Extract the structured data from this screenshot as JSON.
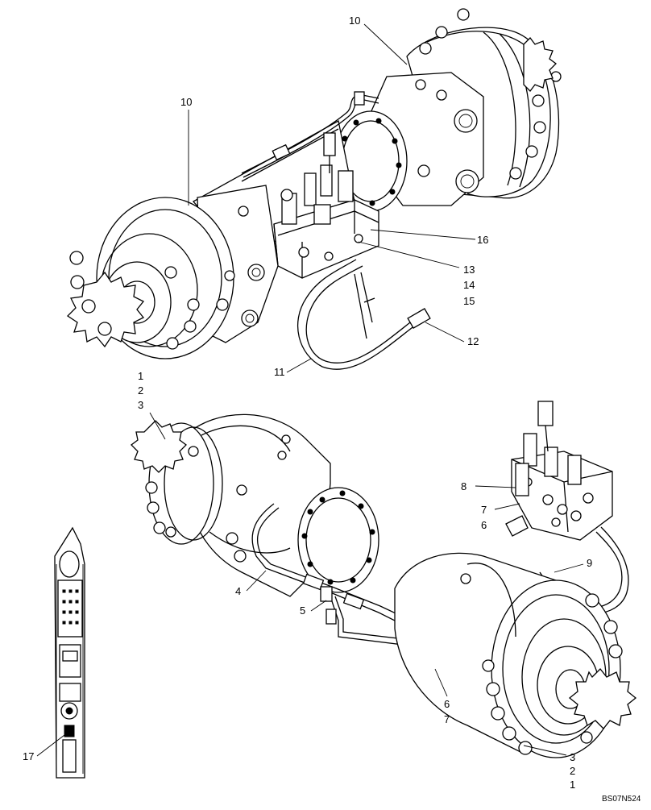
{
  "drawing": {
    "code": "BS07N524",
    "callouts": {
      "top_axle_left": "10",
      "top_axle_right": "10",
      "valve_block_top": "16",
      "seal_kit_a": "13",
      "seal_kit_b": "14",
      "seal_kit_c": "15",
      "hose_top": "11",
      "hose_clamp_top": "12",
      "motor_left_1": "1",
      "motor_left_2": "2",
      "motor_left_3": "3",
      "valve_block_bottom": "8",
      "fitting_a": "7",
      "fitting_b": "6",
      "tube_right": "9",
      "tube_left": "4",
      "tee_fitting": "5",
      "fitting_c": "6",
      "fitting_d": "7",
      "motor_right_3": "3",
      "motor_right_2": "2",
      "motor_right_1": "1",
      "machine_view": "17"
    }
  }
}
